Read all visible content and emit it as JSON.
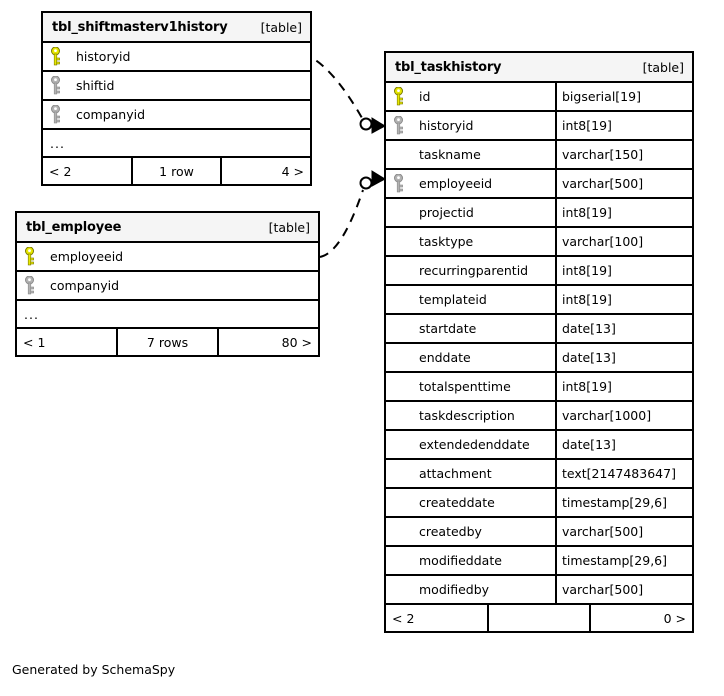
{
  "diagram": {
    "caption": "Generated by SchemaSpy",
    "table_tag": "[table]",
    "ellipsis": "...",
    "colors": {
      "primary_key": "#e8e800",
      "foreign_key": "#b3b3b3",
      "header_bg": "#f5f5f5",
      "border": "#000000",
      "background": "#ffffff"
    }
  },
  "tables": [
    {
      "id": "tbl_shiftmasterv1history",
      "name": "tbl_shiftmasterv1history",
      "tag": "[table]",
      "columns": [
        {
          "name": "historyid",
          "key": "primary"
        },
        {
          "name": "shiftid",
          "key": "foreign"
        },
        {
          "name": "companyid",
          "key": "foreign"
        }
      ],
      "has_ellipsis": true,
      "footer": {
        "left": "< 2",
        "middle": "1 row",
        "right": "4 >"
      }
    },
    {
      "id": "tbl_employee",
      "name": "tbl_employee",
      "tag": "[table]",
      "columns": [
        {
          "name": "employeeid",
          "key": "primary"
        },
        {
          "name": "companyid",
          "key": "foreign"
        }
      ],
      "has_ellipsis": true,
      "footer": {
        "left": "< 1",
        "middle": "7 rows",
        "right": "80 >"
      }
    },
    {
      "id": "tbl_taskhistory",
      "name": "tbl_taskhistory",
      "tag": "[table]",
      "columns": [
        {
          "name": "id",
          "type": "bigserial[19]",
          "key": "primary"
        },
        {
          "name": "historyid",
          "type": "int8[19]",
          "key": "foreign"
        },
        {
          "name": "taskname",
          "type": "varchar[150]",
          "key": "none"
        },
        {
          "name": "employeeid",
          "type": "varchar[500]",
          "key": "foreign"
        },
        {
          "name": "projectid",
          "type": "int8[19]",
          "key": "none"
        },
        {
          "name": "tasktype",
          "type": "varchar[100]",
          "key": "none"
        },
        {
          "name": "recurringparentid",
          "type": "int8[19]",
          "key": "none"
        },
        {
          "name": "templateid",
          "type": "int8[19]",
          "key": "none"
        },
        {
          "name": "startdate",
          "type": "date[13]",
          "key": "none"
        },
        {
          "name": "enddate",
          "type": "date[13]",
          "key": "none"
        },
        {
          "name": "totalspenttime",
          "type": "int8[19]",
          "key": "none"
        },
        {
          "name": "taskdescription",
          "type": "varchar[1000]",
          "key": "none"
        },
        {
          "name": "extendedenddate",
          "type": "date[13]",
          "key": "none"
        },
        {
          "name": "attachment",
          "type": "text[2147483647]",
          "key": "none"
        },
        {
          "name": "createddate",
          "type": "timestamp[29,6]",
          "key": "none"
        },
        {
          "name": "createdby",
          "type": "varchar[500]",
          "key": "none"
        },
        {
          "name": "modifieddate",
          "type": "timestamp[29,6]",
          "key": "none"
        },
        {
          "name": "modifiedby",
          "type": "varchar[500]",
          "key": "none"
        }
      ],
      "has_ellipsis": false,
      "footer": {
        "left": "< 2",
        "middle": "",
        "right": "0 >"
      }
    }
  ],
  "relationships": [
    {
      "from": "tbl_shiftmasterv1history.historyid",
      "to": "tbl_taskhistory.historyid",
      "style": "dashed"
    },
    {
      "from": "tbl_employee.employeeid",
      "to": "tbl_taskhistory.employeeid",
      "style": "dashed"
    }
  ]
}
